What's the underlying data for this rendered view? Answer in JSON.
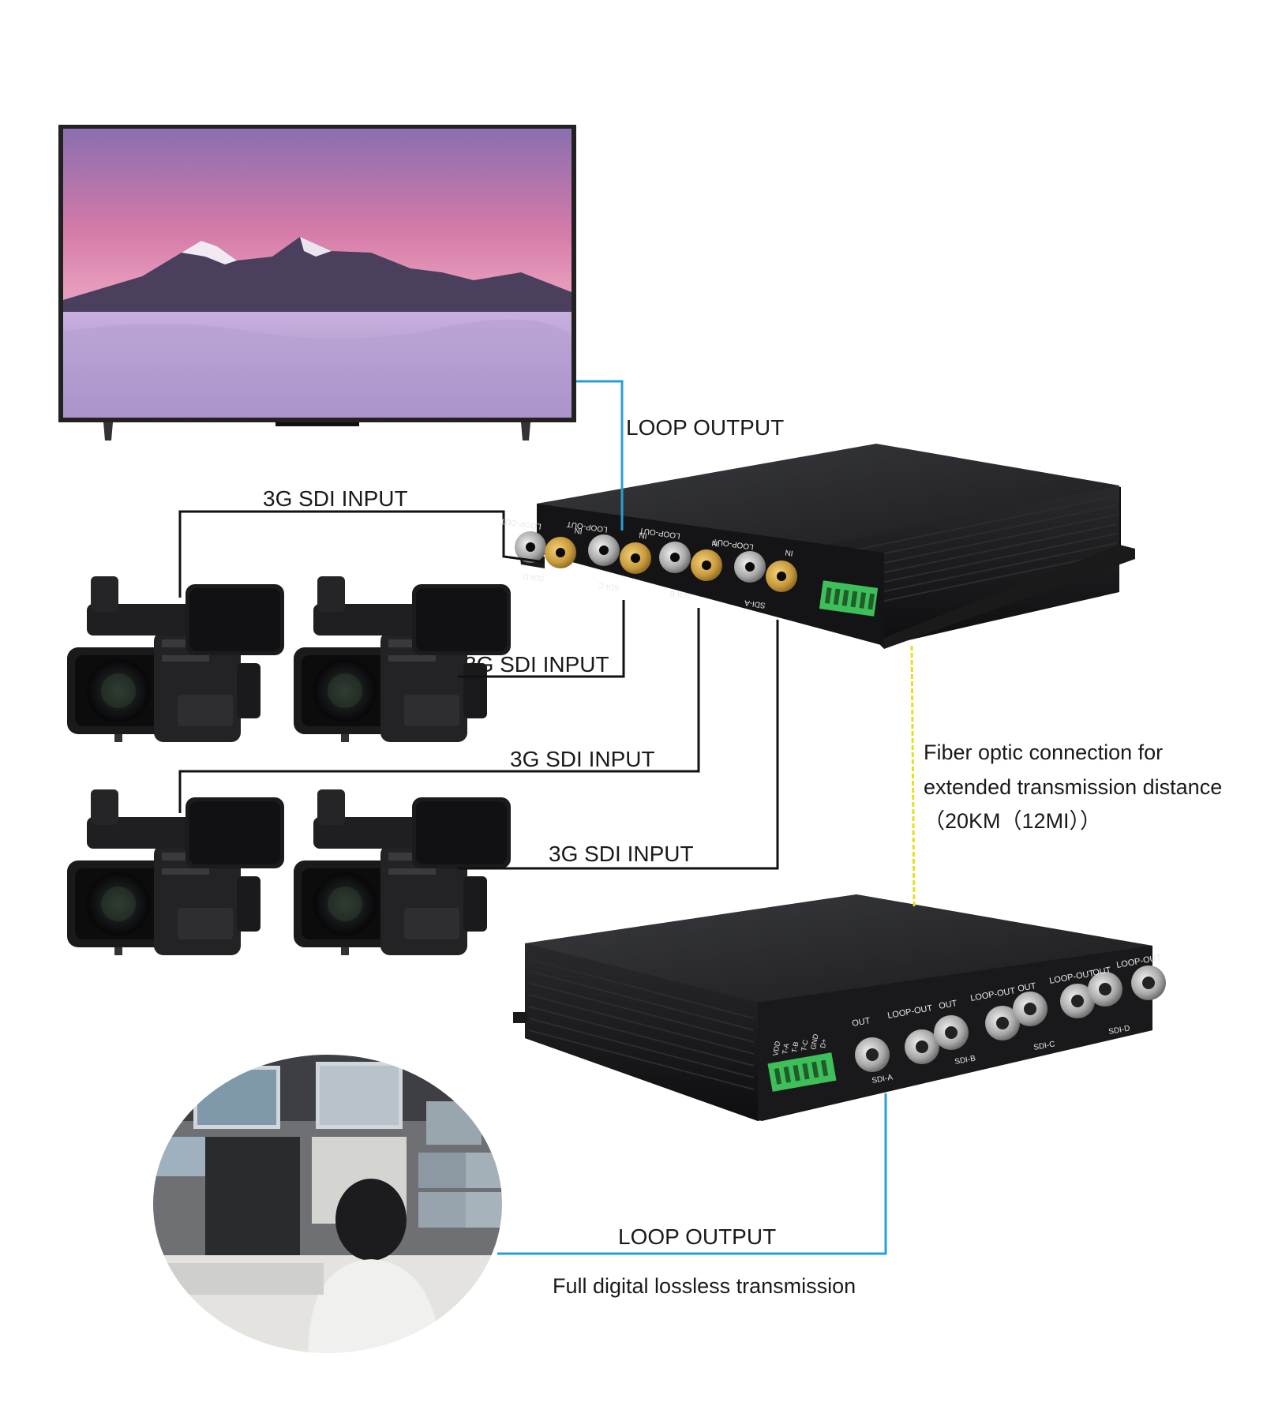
{
  "labels": {
    "loop_output_top": "LOOP OUTPUT",
    "sdi_input_1": "3G SDI INPUT",
    "sdi_input_2": "3G SDI INPUT",
    "sdi_input_3": "3G SDI INPUT",
    "sdi_input_4": "3G SDI INPUT",
    "fiber_line1": "Fiber optic connection for",
    "fiber_line2": "extended transmission distance",
    "fiber_line3": "（20KM（12MI））",
    "loop_output_bottom": "LOOP OUTPUT",
    "lossless": "Full digital lossless transmission"
  },
  "transmitter_ports": {
    "top_labels": [
      "LOOP-OUT",
      "IN",
      "LOOP-OUT",
      "IN",
      "LOOP-OUT",
      "IN",
      "LOOP-OUT",
      "IN"
    ],
    "bottom_labels": [
      "SDI-D",
      "SDI-C",
      "SDI-B",
      "SDI-A"
    ]
  },
  "receiver_ports": {
    "top_labels": [
      "OUT",
      "LOOP-OUT",
      "OUT",
      "LOOP-OUT",
      "OUT",
      "LOOP-OUT",
      "OUT",
      "LOOP-OUT"
    ],
    "bottom_labels": [
      "SDI-A",
      "SDI-B",
      "SDI-C",
      "SDI-D"
    ],
    "terminal_labels": [
      "VDD",
      "T-A",
      "T-B",
      "T-C",
      "GND",
      "D+"
    ]
  },
  "colors": {
    "loop_cable": "#2a9fd0",
    "sdi_cable": "#111111",
    "fiber_cable": "#e6e01a",
    "device_body": "#1c1c1e",
    "bnc_gold": "#c89a3c",
    "terminal_green": "#3fbf5a"
  },
  "icons": {
    "monitor": "tv-monitor-icon",
    "camera": "video-camcorder-icon",
    "transmitter": "fiber-transmitter-icon",
    "receiver": "fiber-receiver-icon",
    "control_room": "control-room-photo"
  }
}
